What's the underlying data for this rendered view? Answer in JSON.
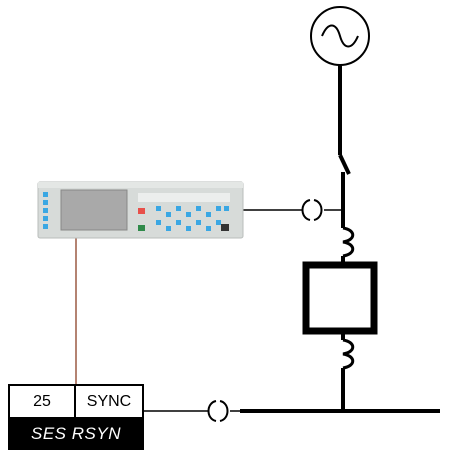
{
  "function_block": {
    "ansi_number": "25",
    "function_code": "SYNC",
    "function_name": "SES RSYN"
  },
  "colors": {
    "line": "#000000",
    "relay_body": "#d7dbd9",
    "relay_screen": "#a9a9a9",
    "relay_keys": "#3aa7e3",
    "led_red": "#e8504a",
    "led_green": "#2f8a4a",
    "wire": "#9b5a44"
  },
  "icons": [
    "generator-icon",
    "circuit-breaker-icon",
    "current-transformer-icon",
    "power-transformer-icon",
    "protection-relay-icon"
  ]
}
